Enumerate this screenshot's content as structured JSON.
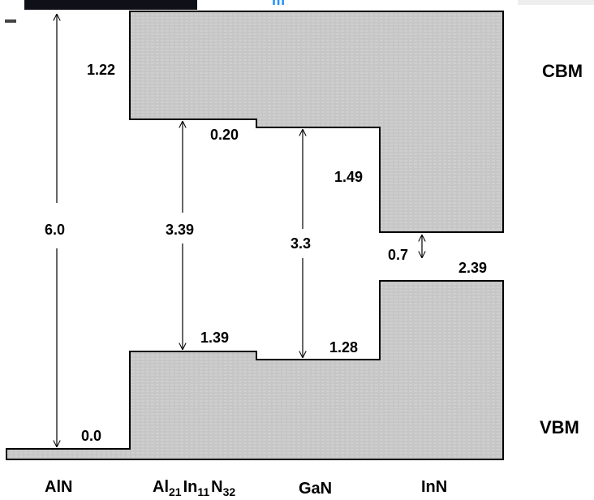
{
  "band_labels": {
    "cbm": "CBM",
    "vbm": "VBM"
  },
  "materials": [
    {
      "id": "aln",
      "name": "AlN"
    },
    {
      "id": "alinn",
      "name_parts": [
        "Al",
        "21",
        "In",
        "11",
        "N",
        "32"
      ]
    },
    {
      "id": "gan",
      "name": "GaN"
    },
    {
      "id": "inn",
      "name": "InN"
    }
  ],
  "band_gaps": {
    "aln": "6.0",
    "alinn": "3.39",
    "gan": "3.3",
    "inn": "0.7"
  },
  "conduction_offsets": {
    "aln_alinn": "1.22",
    "alinn_gan": "0.20",
    "gan_inn": "1.49"
  },
  "valence_levels": {
    "aln": "0.0",
    "alinn": "1.39",
    "gan": "1.28",
    "inn": "2.39"
  },
  "colors": {
    "band_fill": "#c6c6c6",
    "band_edge": "#000000",
    "background": "#ffffff",
    "inset_image": "#101018",
    "link_mark": "#1e90ff"
  },
  "decorations": {
    "top_link_glyph": "m"
  }
}
